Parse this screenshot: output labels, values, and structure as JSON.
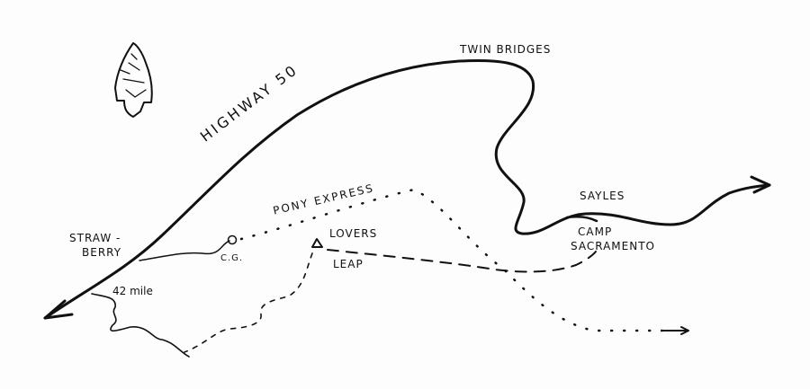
{
  "map": {
    "labels": {
      "twin_bridges": "TWIN BRIDGES",
      "highway": "HIGHWAY 50",
      "pony_express": "PONY EXPRESS",
      "strawberry_1": "STRAW -",
      "strawberry_2": "BERRY",
      "cg": "C.G.",
      "lovers": "LOVERS",
      "leap": "LEAP",
      "sayles": "SAYLES",
      "camp": "CAMP",
      "sacramento": "SACRAMENTO",
      "mile": "42 mile"
    },
    "colors": {
      "ink": "#111111",
      "paper": "#fdfdfd"
    }
  }
}
